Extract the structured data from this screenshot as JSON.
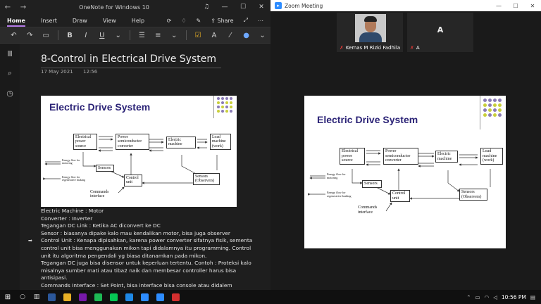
{
  "onenote": {
    "window_title": "OneNote for Windows 10",
    "menu_tabs": [
      "Home",
      "Insert",
      "Draw",
      "View",
      "Help"
    ],
    "share_label": "Share",
    "page": {
      "title": "8-Control in Electrical Drive System",
      "date": "17 May 2021",
      "time": "12:56"
    },
    "notes": [
      "Electric Machine : Motor",
      "Converter : Inverter",
      "Tegangan DC Link : Ketika AC diconvert ke DC",
      "Sensor : biasanya dipake kalo mau kendalikan motor, bisa juga observer",
      "Control Unit : Kenapa dipisahkan, karena power converter sifatnya fisik, sementara",
      "control unit bisa menggunakan mikon tapi didalamnya itu programming. Control",
      "unit itu algoritma pengendali yg biasa ditanamkan pada mikon.",
      "Tegangan DC juga bisa disensor untuk keperluan tertentu. Contoh : Proteksi kalo",
      "misalnya sumber mati atau tiba2 naik dan membesar controller harus bisa",
      "antisipasi.",
      "Commands Interface : Set Point, bisa interface bisa console atau didalem"
    ]
  },
  "slide": {
    "title": "Electric Drive System",
    "blocks": {
      "source": "Electrical power source",
      "converter": "Power semiconductor converter",
      "machine": "Electric machine",
      "load": "Load machine (work)",
      "sensors": "Sensors",
      "control": "Control unit",
      "observers": "Sensors (Observers)",
      "commands": "Commands interface"
    },
    "legend_motoring": "Energy flow for motoring",
    "legend_braking": "Energy flow for regenerative braking",
    "dot_colors": [
      "#8a7bb5",
      "#8a7bb5",
      "#8a7bb5",
      "#8a7bb5",
      "#c9cf3a",
      "#8a7bb5",
      "#c9cf3a",
      "#c9cf3a",
      "#8a7bb5",
      "#c9cf3a",
      "#8a7bb5",
      "#c9cf3a",
      "#c9cf3a",
      "#8a7bb5",
      "#c9cf3a",
      "#8a7bb5"
    ]
  },
  "zoom": {
    "window_title": "Zoom Meeting",
    "participants": [
      {
        "name": "Kemas M Rizki Fadhila",
        "initial": ""
      },
      {
        "name": "A",
        "initial": "A"
      }
    ]
  },
  "taskbar": {
    "time": "10:56 PM",
    "app_colors": [
      "#2b579a",
      "#e8b026",
      "#7719aa",
      "#1db954",
      "#06c755",
      "#1e88e5",
      "#2d8cff",
      "#2d8cff",
      "#d32f2f"
    ]
  }
}
